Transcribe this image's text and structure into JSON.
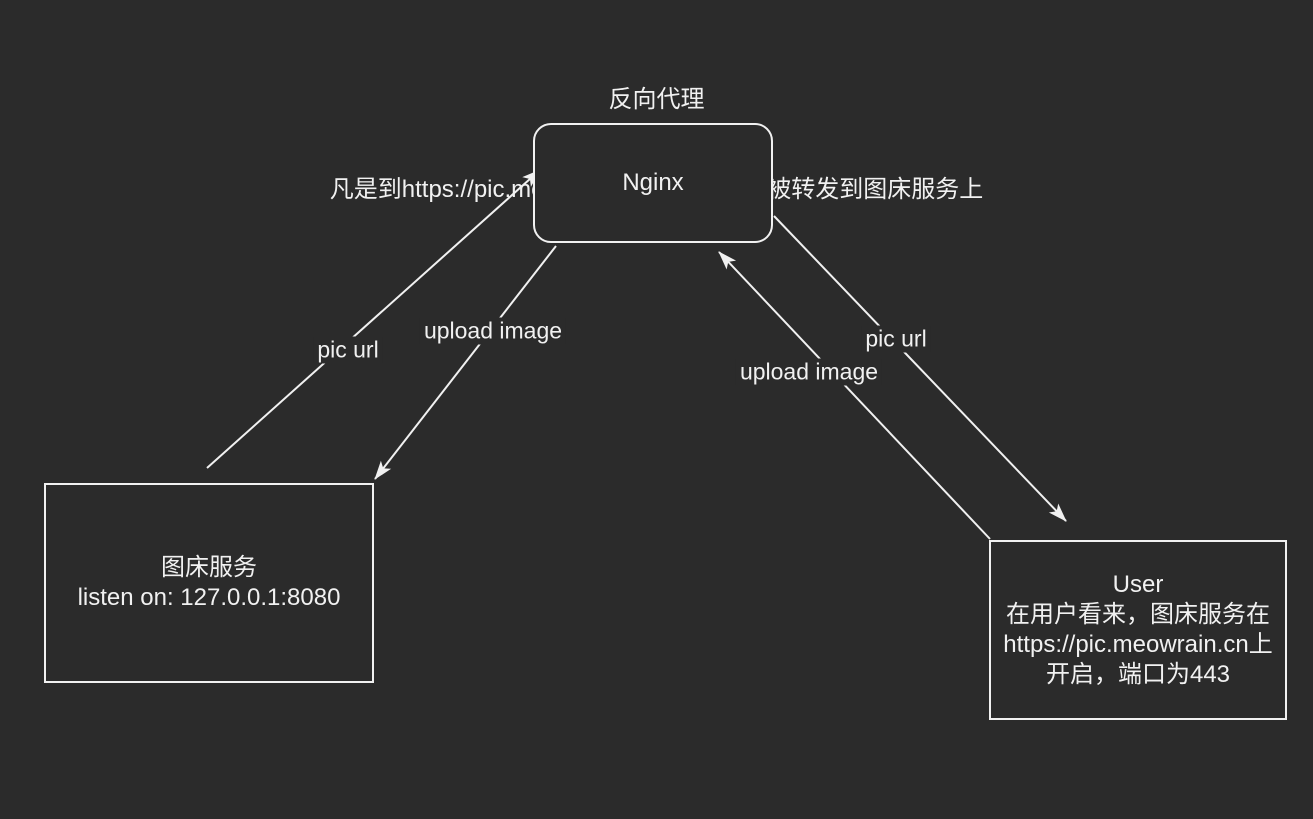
{
  "canvas": {
    "background_color": "#2b2b2b",
    "stroke_color": "#f1f1f1"
  },
  "title": {
    "line1": "反向代理",
    "line2": "凡是到https://pic.meowrain.cn的请求都会被转发到图床服务上"
  },
  "nodes": {
    "nginx": {
      "label": "Nginx"
    },
    "pic_service": {
      "name": "图床服务",
      "listen": "listen on: 127.0.0.1:8080"
    },
    "user": {
      "name": "User",
      "desc1": "在用户看来，图床服务在",
      "desc2": "https://pic.meowrain.cn上",
      "desc3": "开启，端口为443"
    }
  },
  "edges": {
    "pic_url_left": {
      "label": "pic url",
      "from": "图床服务",
      "to": "Nginx"
    },
    "upload_left": {
      "label": "upload image",
      "from": "Nginx",
      "to": "图床服务"
    },
    "upload_right": {
      "label": "upload image",
      "from": "User",
      "to": "Nginx"
    },
    "pic_url_right": {
      "label": "pic url",
      "from": "Nginx",
      "to": "User"
    }
  }
}
